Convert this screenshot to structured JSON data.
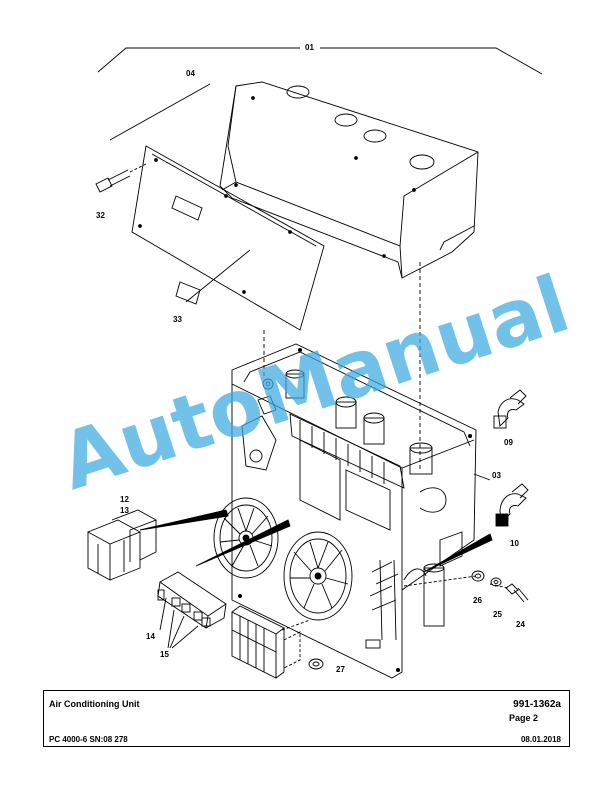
{
  "callouts": {
    "c01": "01",
    "c04": "04",
    "c32": "32",
    "c33": "33",
    "c09": "09",
    "c03": "03",
    "c10": "10",
    "c12": "12",
    "c13": "13",
    "c14": "14",
    "c15": "15",
    "c26": "26",
    "c25": "25",
    "c24": "24",
    "c27": "27"
  },
  "watermark": "AutoManual",
  "title_block": {
    "title": "Air Conditioning Unit",
    "doc_number": "991-1362a",
    "page": "Page 2",
    "model": "PC 4000-6 SN:08 278",
    "date": "08.01.2018"
  },
  "colors": {
    "line": "#000000",
    "watermark": "#3aa9e0"
  }
}
